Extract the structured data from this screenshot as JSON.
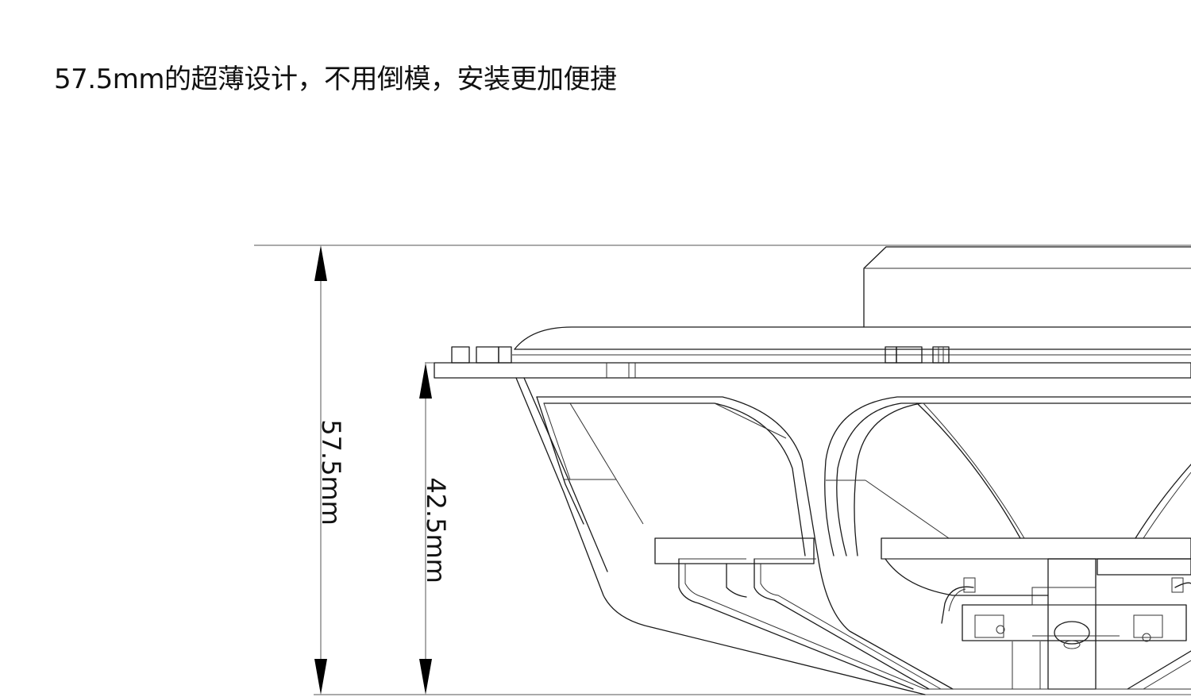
{
  "headline": "57.5mm的超薄设计，不用倒模，安装更加便捷",
  "dimensions": {
    "overall_height_label": "57.5mm",
    "mount_depth_label": "42.5mm"
  }
}
